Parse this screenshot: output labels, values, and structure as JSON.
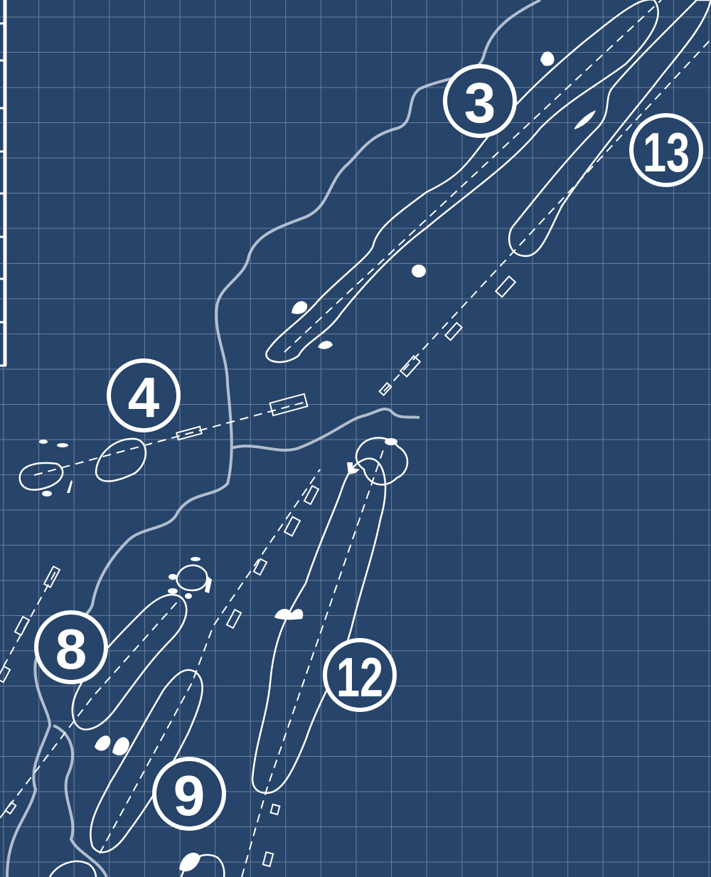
{
  "map": {
    "colors": {
      "background": "#27446a",
      "grid": "#7f93ad",
      "lines": "#ffffff",
      "boundary": "#c9d3e0"
    },
    "holes": [
      {
        "number": "3"
      },
      {
        "number": "13"
      },
      {
        "number": "4"
      },
      {
        "number": "8"
      },
      {
        "number": "12"
      },
      {
        "number": "9"
      }
    ]
  }
}
